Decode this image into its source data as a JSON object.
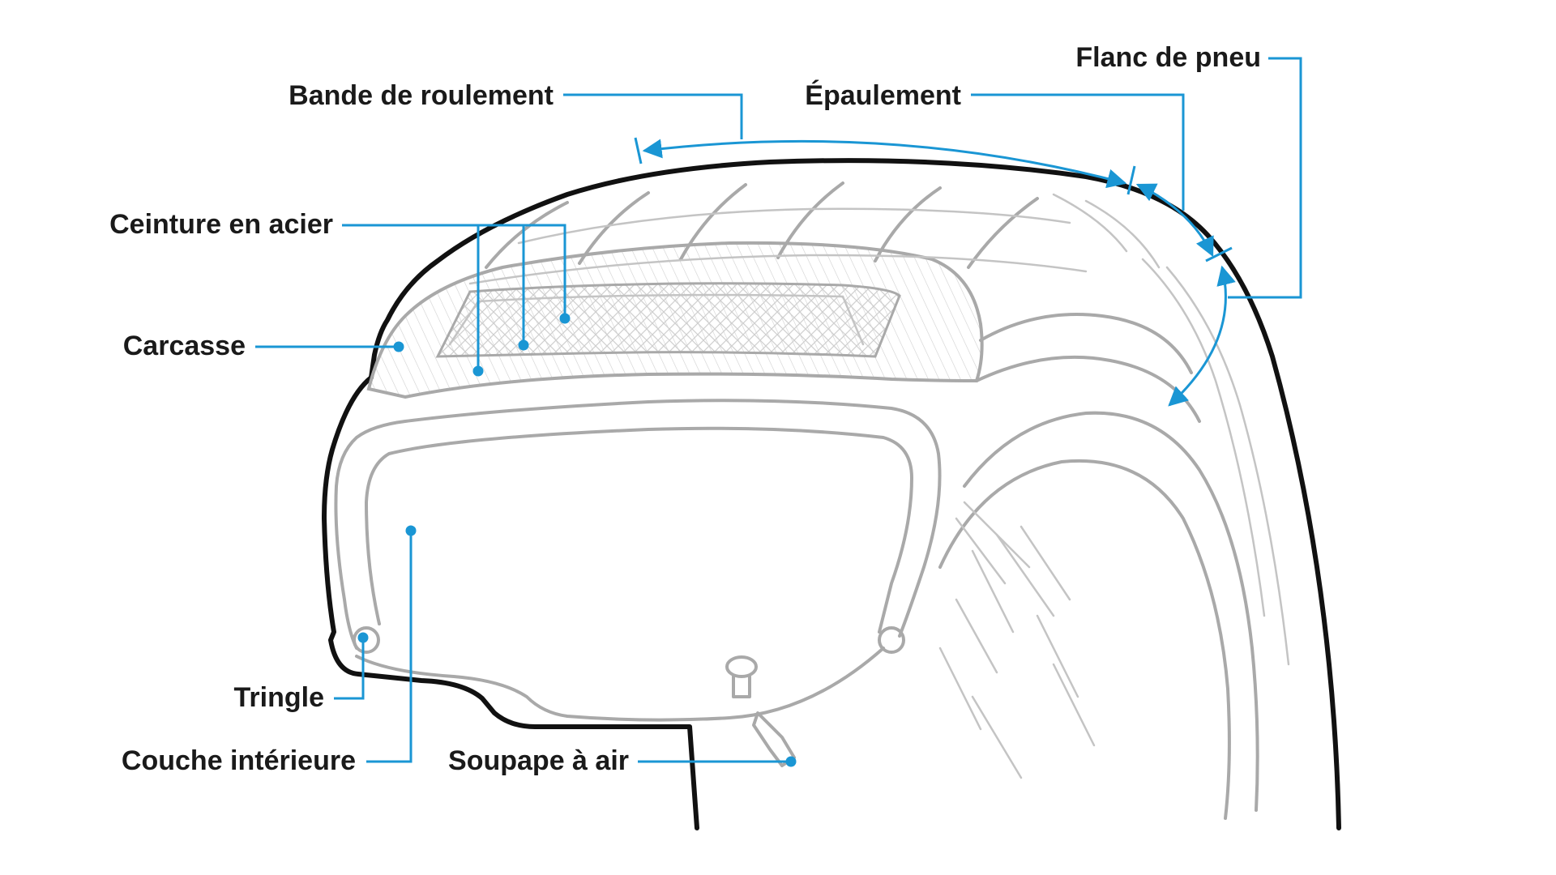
{
  "labels": {
    "tread": "Bande de roulement",
    "shoulder": "Épaulement",
    "sidewall": "Flanc de pneu",
    "steel_belt": "Ceinture en acier",
    "carcass": "Carcasse",
    "bead": "Tringle",
    "inner_liner": "Couche intérieure",
    "valve": "Soupape à air"
  },
  "colors": {
    "accent": "#1a96d4",
    "outline": "#111111",
    "structure": "#a9a9a9"
  }
}
